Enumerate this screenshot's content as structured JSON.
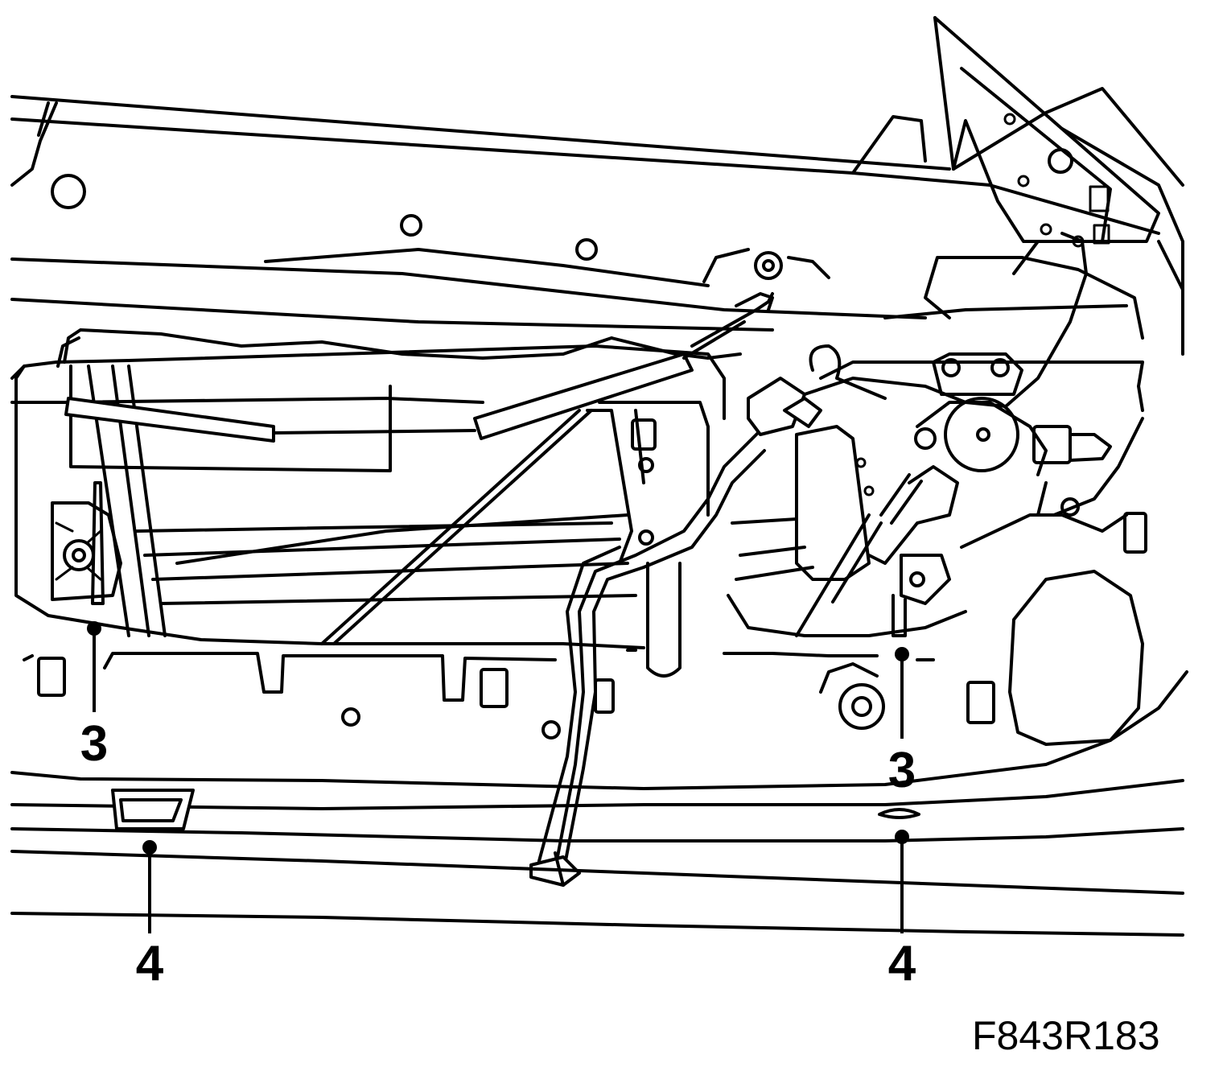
{
  "figure": {
    "code": "F843R183"
  },
  "callouts": [
    {
      "id": "left-3",
      "label": "3"
    },
    {
      "id": "right-3",
      "label": "3"
    },
    {
      "id": "left-4",
      "label": "4"
    },
    {
      "id": "right-4",
      "label": "4"
    }
  ]
}
